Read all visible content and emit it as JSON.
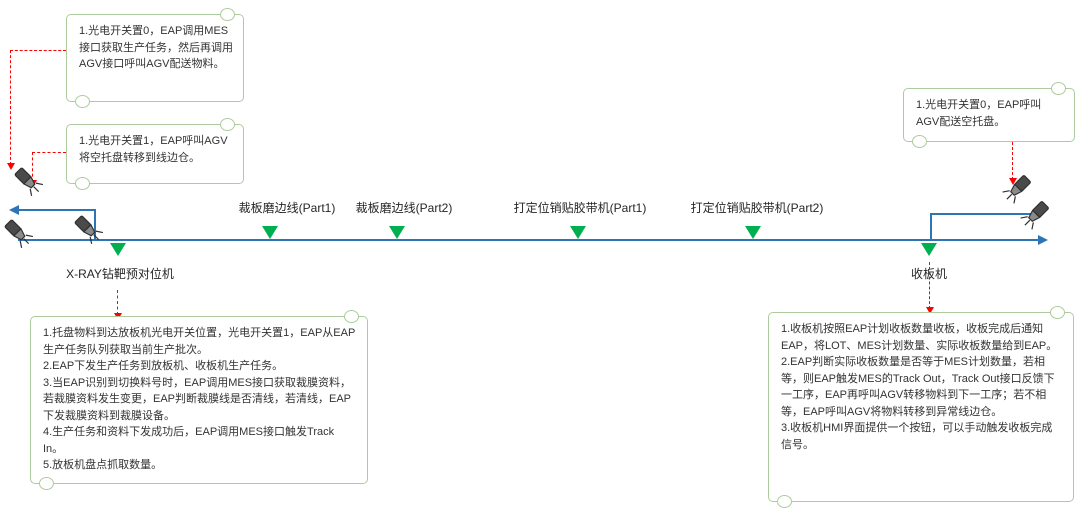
{
  "colors": {
    "line_blue": "#2e75b6",
    "marker_green": "#00b050",
    "connector_red": "#ff0000",
    "scroll_border": "#aecb9f"
  },
  "callouts": {
    "top_left_primary": "1.光电开关置0，EAP调用MES接口获取生产任务，然后再调用AGV接口呼叫AGV配送物料。",
    "top_left_secondary": "1.光电开关置1，EAP呼叫AGV将空托盘转移到线边仓。",
    "top_right": "1.光电开关置0，EAP呼叫AGV配送空托盘。",
    "bottom_left": "1.托盘物料到达放板机光电开关位置，光电开关置1，EAP从EAP生产任务队列获取当前生产批次。\n2.EAP下发生产任务到放板机、收板机生产任务。\n3.当EAP识别到切换料号时，EAP调用MES接口获取裁膜资料，若裁膜资料发生变更，EAP判断裁膜线是否清线，若清线，EAP下发裁膜资料到裁膜设备。\n4.生产任务和资料下发成功后，EAP调用MES接口触发Track In。\n5.放板机盘点抓取数量。",
    "bottom_right": "1.收板机按照EAP计划收板数量收板，收板完成后通知EAP，将LOT、MES计划数量、实际收板数量给到EAP。\n2.EAP判断实际收板数量是否等于MES计划数量，若相等，则EAP触发MES的Track Out，Track Out接口反馈下一工序，EAP再呼叫AGV转移物料到下一工序；若不相等，EAP呼叫AGV将物料转移到异常线边仓。\n3.收板机HMI界面提供一个按钮，可以手动触发收板完成信号。"
  },
  "stations_top": [
    {
      "label": "裁板磨边线(Part1)"
    },
    {
      "label": "裁板磨边线(Part2)"
    },
    {
      "label": "打定位销贴胶带机(Part1)"
    },
    {
      "label": "打定位销贴胶带机(Part2)"
    }
  ],
  "stations_bottom": [
    {
      "label": "X-RAY钻靶预对位机"
    },
    {
      "label": "收板机"
    }
  ]
}
